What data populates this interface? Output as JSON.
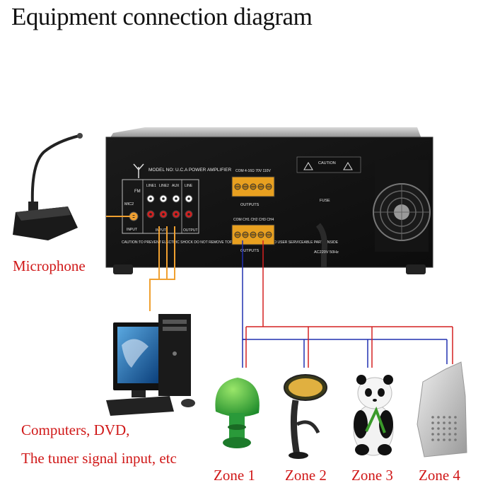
{
  "title": "Equipment connection diagram",
  "labels": {
    "microphone": "Microphone",
    "sources_line1": "Computers, DVD,",
    "sources_line2": "The tuner signal input, etc"
  },
  "zones": [
    "Zone 1",
    "Zone 2",
    "Zone 3",
    "Zone 4"
  ],
  "amplifier": {
    "model": "MODEL NO: U.C.A POWER AMPLIFIER",
    "fm": "FM",
    "mic": "MIC2",
    "input_label": "INPUT",
    "inputs": [
      "LINE1",
      "LINE2",
      "AUX",
      "LINE"
    ],
    "output_label": "OUTPUT",
    "caution_text": "CAUTION:TO PREVENT ELECTRIC SHOCK DO NOT REMOVE TOP OR BOTTOM COVERS NO USER SERVICEABLE PARTS INSIDE",
    "voltage_header": "COM 4-16Ω 70V 110V",
    "channel_header": "COM CH1 CH2 CH3 CH4",
    "outputs_label": "OUTPUTS",
    "caution_title": "CAUTION",
    "fuse": "FUSE",
    "ac": "AC220V 50Hz"
  },
  "colors": {
    "wire_red": "#d42020",
    "wire_blue": "#2030b0",
    "wire_orange": "#f0a030",
    "label_red": "#d01818"
  }
}
